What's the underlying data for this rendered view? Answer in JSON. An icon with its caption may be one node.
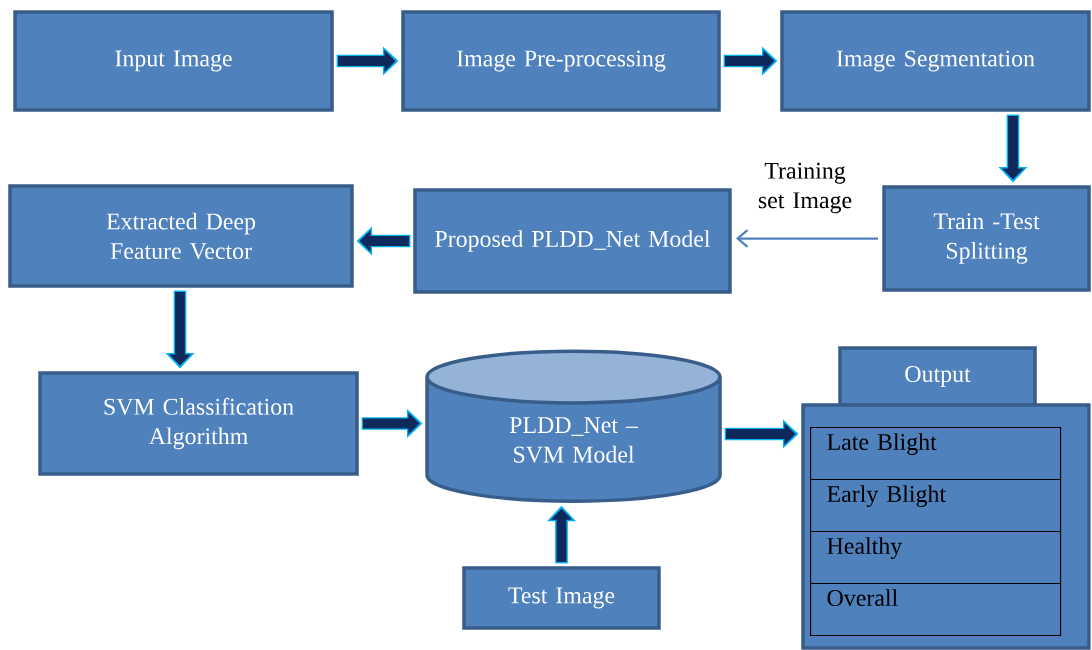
{
  "diagram": {
    "nodes": [
      {
        "text": [
          "Input Image"
        ]
      },
      {
        "text": [
          "Image Pre-processing"
        ]
      },
      {
        "text": [
          "Image Segmentation"
        ]
      },
      {
        "text": [
          "Train -Test Splitting"
        ]
      },
      {
        "text": [
          "Proposed PLDD_Net Model"
        ]
      },
      {
        "text": [
          "Extracted Deep Feature Vector"
        ]
      },
      {
        "text": [
          "SVM Classification Algorithm"
        ]
      },
      {
        "text": [
          "PLDD_Net – SVM Model"
        ]
      },
      {
        "text": [
          "Test Image"
        ]
      },
      {
        "text": [
          "Output"
        ]
      },
      {
        "text": [],
        "shape": "box"
      },
      {
        "text": [
          "Late Blight"
        ],
        "in": 10
      },
      {
        "text": [
          "Early Blight"
        ],
        "in": 10
      },
      {
        "text": [
          "Healthy"
        ],
        "in": 10
      },
      {
        "text": [
          "Overall"
        ],
        "in": 10
      }
    ],
    "edges": [
      {
        "from": 0,
        "to": 1,
        "arrow": "to"
      },
      {
        "from": 1,
        "to": 2,
        "arrow": "to"
      },
      {
        "from": 2,
        "to": 3,
        "arrow": "to"
      },
      {
        "from": 3,
        "to": 4,
        "arrow": "to",
        "label": "Training set Image",
        "color": "#4f81bd"
      },
      {
        "from": 4,
        "to": 5,
        "arrow": "to"
      },
      {
        "from": 5,
        "to": 6,
        "arrow": "to"
      },
      {
        "from": 6,
        "to": 7,
        "arrow": "to"
      },
      {
        "from": 8,
        "to": 7,
        "arrow": "to"
      },
      {
        "from": 7,
        "to": 10,
        "arrow": "to"
      }
    ]
  }
}
